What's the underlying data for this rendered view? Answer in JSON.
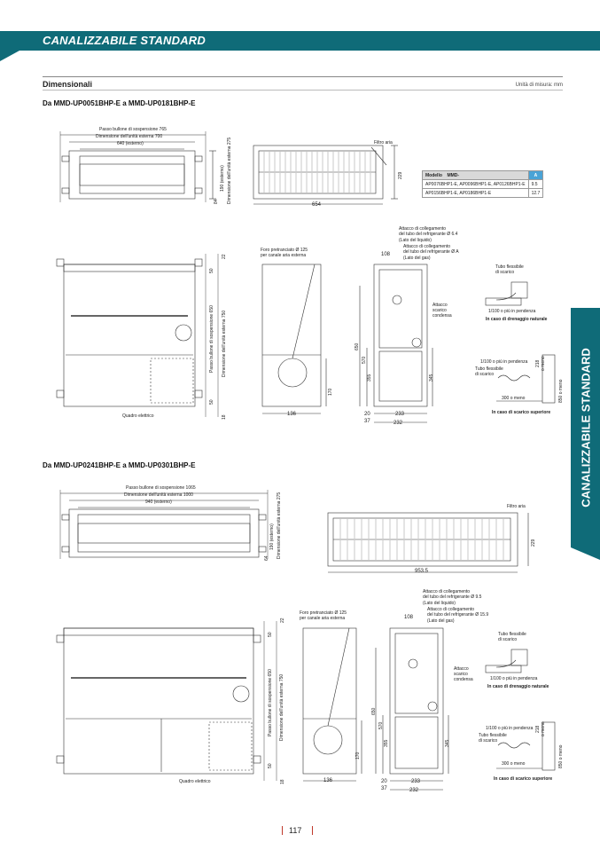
{
  "header": {
    "title": "CANALIZZABILE STANDARD"
  },
  "side_tab": {
    "label": "CANALIZZABILE STANDARD"
  },
  "section": {
    "title": "Dimensionali",
    "units": "Unità di misura: mm"
  },
  "model1": {
    "title": "Da MMD-UP0051BHP-E a MMD-UP0181BHP-E",
    "top": {
      "passo": "Passo bullone di sospensione 765",
      "dim_est": "Dimensione dell'unità esterna 700",
      "esterno": "640 (esterno)",
      "v1": "190 (esterno)",
      "v2": "Dimensione dell'unità esterna 275",
      "v3": "84",
      "v4": "8"
    },
    "front": {
      "filtro": "Filtro aria",
      "w": "654",
      "h": "229"
    },
    "table": {
      "h_model": "Modello",
      "h_mmd": "MMD-",
      "h_a": "A",
      "rows": [
        {
          "m": "AP0076BHP1-E, AP0096BHP1-E, AP0126BHP1-E",
          "a": "9.5"
        },
        {
          "m": "AP0156BHP1-E, AP0186BHP1-E",
          "a": "12.7"
        }
      ]
    },
    "plan": {
      "v_passo": "Passo bullone di sospensione 650",
      "v_dim": "Dimensione dell'unità esterna 750",
      "v22": "22",
      "v50a": "50",
      "v50b": "50",
      "v18": "18",
      "quadro": "Quadro elettrico"
    },
    "side": {
      "foro": "Foro pretranciato Ø 125",
      "foro2": "per canale aria esterna",
      "w": "136",
      "h": "170"
    },
    "rear": {
      "att1": "Attacco di collegamento",
      "att1b": "del tubo del refrigerante Ø 6.4",
      "att1c": "(Lato del liquido)",
      "att2": "Attacco di collegamento",
      "att2b": "del tubo del refrigerante Ø A",
      "att2c": "(Lato del gas)",
      "d108": "108",
      "scarico": "Attacco",
      "scarico2": "scarico",
      "scarico3": "condensa",
      "v650": "650",
      "v570": "570",
      "v355": "355",
      "v345": "345",
      "b20": "20",
      "b37": "37",
      "b233": "233",
      "b232": "232"
    },
    "drain": {
      "tubo": "Tubo flessibile",
      "tubo2": "di scarico",
      "pend": "1/100 o più in pendenza",
      "nat": "In caso di drenaggio naturale",
      "pend2": "1/100 o più in pendenza",
      "tubo3": "Tubo flessibile",
      "tubo4": "di scarico",
      "meno": "300 o meno",
      "v850": "850 o meno",
      "v218": "218",
      "v_max": "o meno",
      "sup": "In caso di scarico superiore"
    }
  },
  "model2": {
    "title": "Da MMD-UP0241BHP-E a MMD-UP0301BHP-E",
    "top": {
      "passo": "Passo bullone di sospensione 1065",
      "dim_est": "Dimensione dell'unità esterna 1000",
      "esterno": "940 (esterno)",
      "v1": "190 (esterno)",
      "v2": "Dimensione dell'unità esterna 275",
      "v3": "64"
    },
    "front": {
      "filtro": "Filtro aria",
      "w": "953.5",
      "h": "229"
    },
    "plan": {
      "v_passo": "Passo bullone di sospensione 650",
      "v_dim": "Dimensione dell'unità esterna 750",
      "v22": "22",
      "v50a": "50",
      "v50b": "50",
      "v18": "18",
      "quadro": "Quadro elettrico"
    },
    "side": {
      "foro": "Foro pretranciato Ø 125",
      "foro2": "per canale aria esterna",
      "w": "136",
      "h": "170"
    },
    "rear": {
      "att1": "Attacco di collegamento",
      "att1b": "del tubo del refrigerante Ø 9.5",
      "att1c": "(Lato del liquido)",
      "att2": "Attacco di collegamento",
      "att2b": "del tubo del refrigerante Ø 15.9",
      "att2c": "(Lato del gas)",
      "d108": "108",
      "scarico": "Attacco",
      "scarico2": "scarico",
      "scarico3": "condensa",
      "v650": "650",
      "v570": "570",
      "v355": "355",
      "v345": "345",
      "b20": "20",
      "b37": "37",
      "b233": "233",
      "b232": "232"
    },
    "drain": {
      "tubo": "Tubo flessibile",
      "tubo2": "di scarico",
      "pend": "1/100 o più in pendenza",
      "nat": "In caso di drenaggio naturale",
      "pend2": "1/100 o più in pendenza",
      "tubo3": "Tubo flessibile",
      "tubo4": "di scarico",
      "meno": "300 o meno",
      "v850": "850 o meno",
      "v218": "218",
      "v_max": "o meno",
      "sup": "In caso di scarico superiore"
    }
  },
  "footer": {
    "page": "117"
  }
}
